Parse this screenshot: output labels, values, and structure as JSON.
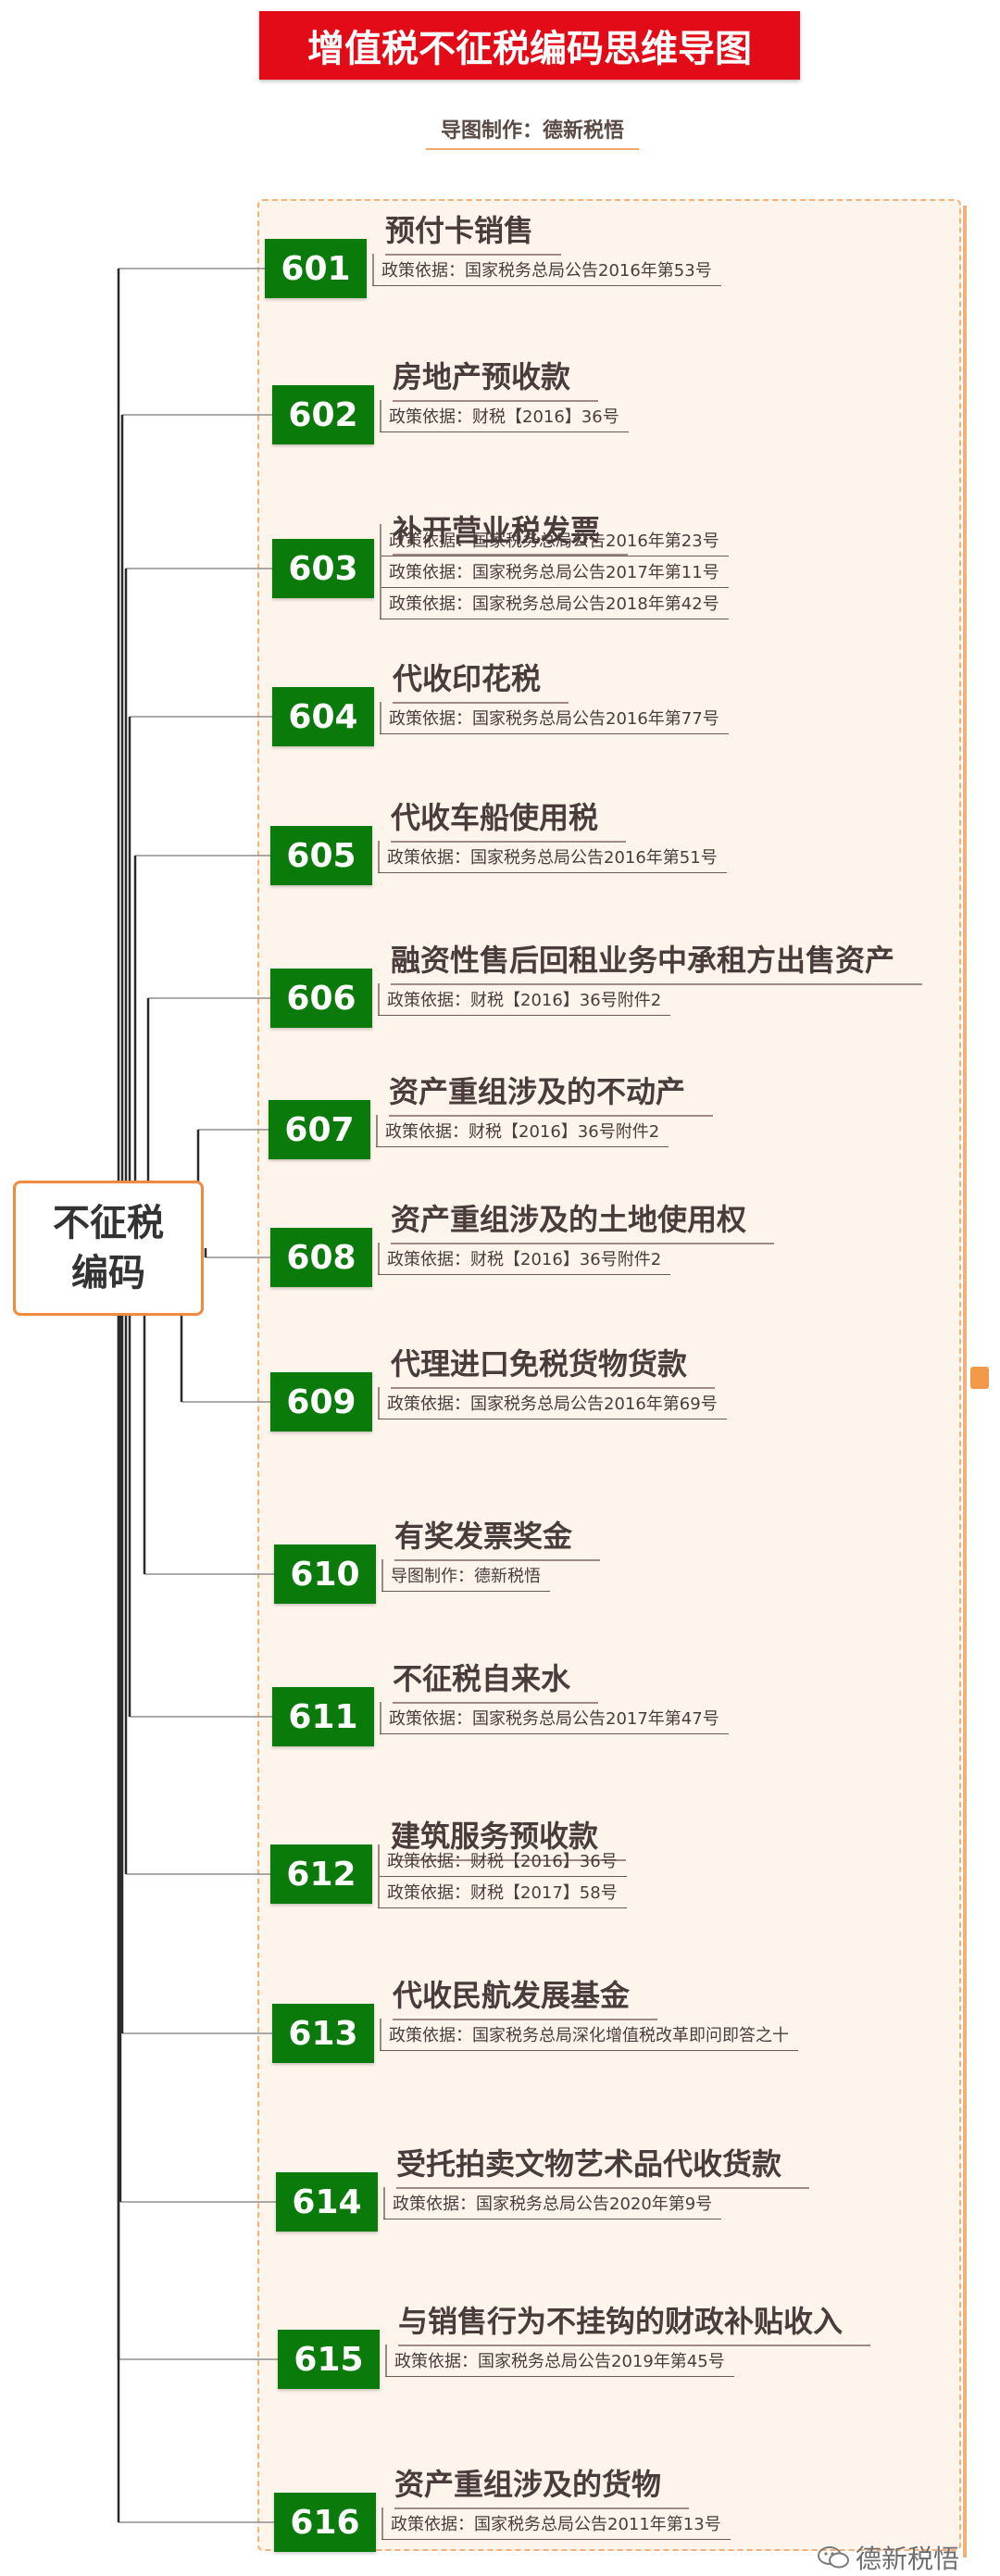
{
  "title": "增值税不征税编码思维导图",
  "subtitle": "导图制作：德新税悟",
  "root": {
    "line1": "不征税",
    "line2": "编码"
  },
  "watermark": "德新税悟",
  "colors": {
    "title_bg": "#e30b17",
    "code_bg": "#0a7b0a",
    "panel_bg": "#fdf4ec",
    "root_border": "#f08a3e"
  },
  "nodes": [
    {
      "code": "601",
      "topic": "预付卡销售",
      "policies": [
        "政策依据：国家税务总局公告2016年第53号"
      ]
    },
    {
      "code": "602",
      "topic": "房地产预收款",
      "policies": [
        "政策依据：财税【2016】36号"
      ]
    },
    {
      "code": "603",
      "topic": "补开营业税发票",
      "policies": [
        "政策依据：国家税务总局公告2016年第23号",
        "政策依据：国家税务总局公告2017年第11号",
        "政策依据：国家税务总局公告2018年第42号"
      ]
    },
    {
      "code": "604",
      "topic": "代收印花税",
      "policies": [
        "政策依据：国家税务总局公告2016年第77号"
      ]
    },
    {
      "code": "605",
      "topic": "代收车船使用税",
      "policies": [
        "政策依据：国家税务总局公告2016年第51号"
      ]
    },
    {
      "code": "606",
      "topic": "融资性售后回租业务中承租方出售资产",
      "policies": [
        "政策依据：财税【2016】36号附件2"
      ]
    },
    {
      "code": "607",
      "topic": "资产重组涉及的不动产",
      "policies": [
        "政策依据：财税【2016】36号附件2"
      ]
    },
    {
      "code": "608",
      "topic": "资产重组涉及的土地使用权",
      "policies": [
        "政策依据：财税【2016】36号附件2"
      ]
    },
    {
      "code": "609",
      "topic": "代理进口免税货物货款",
      "policies": [
        "政策依据：国家税务总局公告2016年第69号"
      ]
    },
    {
      "code": "610",
      "topic": "有奖发票奖金",
      "policies": [
        "导图制作：德新税悟"
      ]
    },
    {
      "code": "611",
      "topic": "不征税自来水",
      "policies": [
        "政策依据：国家税务总局公告2017年第47号"
      ]
    },
    {
      "code": "612",
      "topic": "建筑服务预收款",
      "policies": [
        "政策依据：财税【2016】36号",
        "政策依据：财税【2017】58号"
      ]
    },
    {
      "code": "613",
      "topic": "代收民航发展基金",
      "policies": [
        "政策依据：国家税务总局深化增值税改革即问即答之十"
      ]
    },
    {
      "code": "614",
      "topic": "受托拍卖文物艺术品代收货款",
      "policies": [
        "政策依据：国家税务总局公告2020年第9号"
      ]
    },
    {
      "code": "615",
      "topic": "与销售行为不挂钩的财政补贴收入",
      "policies": [
        "政策依据：国家税务总局公告2019年第45号"
      ]
    },
    {
      "code": "616",
      "topic": "资产重组涉及的货物",
      "policies": [
        "政策依据：国家税务总局公告2011年第13号"
      ]
    }
  ]
}
